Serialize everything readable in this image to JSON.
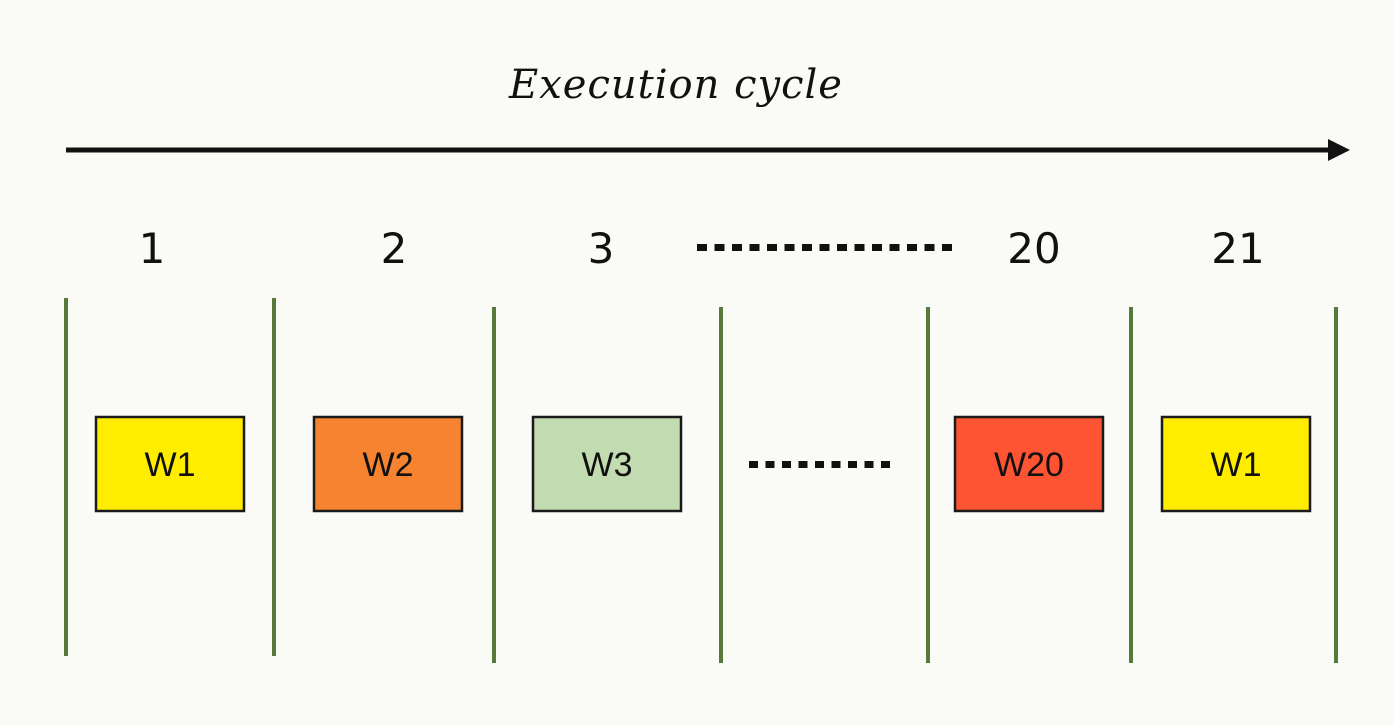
{
  "title": "Execution cycle",
  "cycles": [
    {
      "number": "1",
      "box": {
        "label": "W1",
        "color": "#ffed00"
      }
    },
    {
      "number": "2",
      "box": {
        "label": "W2",
        "color": "#f5832f"
      }
    },
    {
      "number": "3",
      "box": {
        "label": "W3",
        "color": "#c2dbb0"
      }
    },
    {
      "ellipsis": true
    },
    {
      "number": "20",
      "box": {
        "label": "W20",
        "color": "#ff5433"
      }
    },
    {
      "number": "21",
      "box": {
        "label": "W1",
        "color": "#ffed00"
      }
    }
  ],
  "colors": {
    "divider": "#567a3a",
    "arrow": "#111111",
    "dots": "#111111",
    "box_border": "#1a1a1a"
  }
}
